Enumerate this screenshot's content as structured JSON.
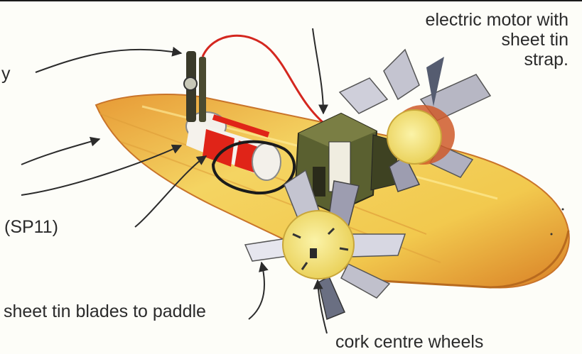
{
  "labels": {
    "motor": [
      "electric motor with",
      "sheet tin",
      "strap."
    ],
    "battery_partial": "y",
    "part_code": "(SP11)",
    "blades": "sheet tin blades to paddle",
    "wheels": "cork centre wheels"
  },
  "colors": {
    "hull_light": "#f2cf55",
    "hull_dark": "#d9892a",
    "battery_red": "#e02418",
    "motor_green": "#5a6030",
    "wire_red": "#d4271f",
    "text": "#2b2b2b"
  }
}
